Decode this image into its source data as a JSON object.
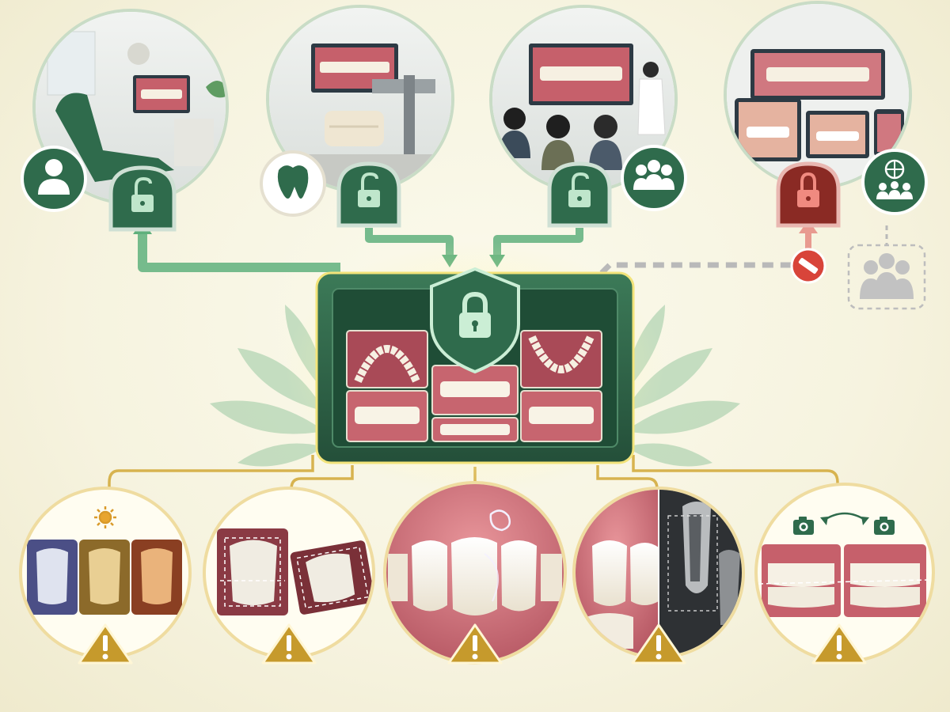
{
  "colors": {
    "background": "#f7f4e2",
    "vault_green": "#2f6b4c",
    "vault_green_dark": "#1f4d36",
    "access_green": "#5fb07c",
    "lock_green": "#bfe6cb",
    "denied_red": "#d8443a",
    "warning_gold": "#c69a2c",
    "connector_gold": "#d7b34f",
    "blocked_gray": "#b9b9b9"
  },
  "icons": {
    "dentist": "dentist-icon",
    "tooth": "tooth-icon",
    "audience": "audience-icon",
    "global_group": "global-group-icon",
    "padlock_open": "padlock-open-icon",
    "padlock_closed": "padlock-closed-icon",
    "shield": "shield-lock-icon",
    "no_entry": "no-entry-icon",
    "sun": "sun-icon",
    "camera": "camera-icon",
    "warning": "warning-icon",
    "blocked_users": "blocked-users-icon"
  },
  "access_nodes": [
    {
      "scene": "dental-clinic",
      "access": "granted"
    },
    {
      "scene": "dental-lab",
      "access": "granted"
    },
    {
      "scene": "education-presentation",
      "access": "granted"
    },
    {
      "scene": "public-sharing",
      "access": "denied"
    }
  ],
  "risk_nodes": [
    {
      "risk": "color-shade-variation"
    },
    {
      "risk": "crop-angle-distortion"
    },
    {
      "risk": "photo-manipulation"
    },
    {
      "risk": "radiograph-overlay"
    },
    {
      "risk": "before-after-misalignment"
    }
  ]
}
